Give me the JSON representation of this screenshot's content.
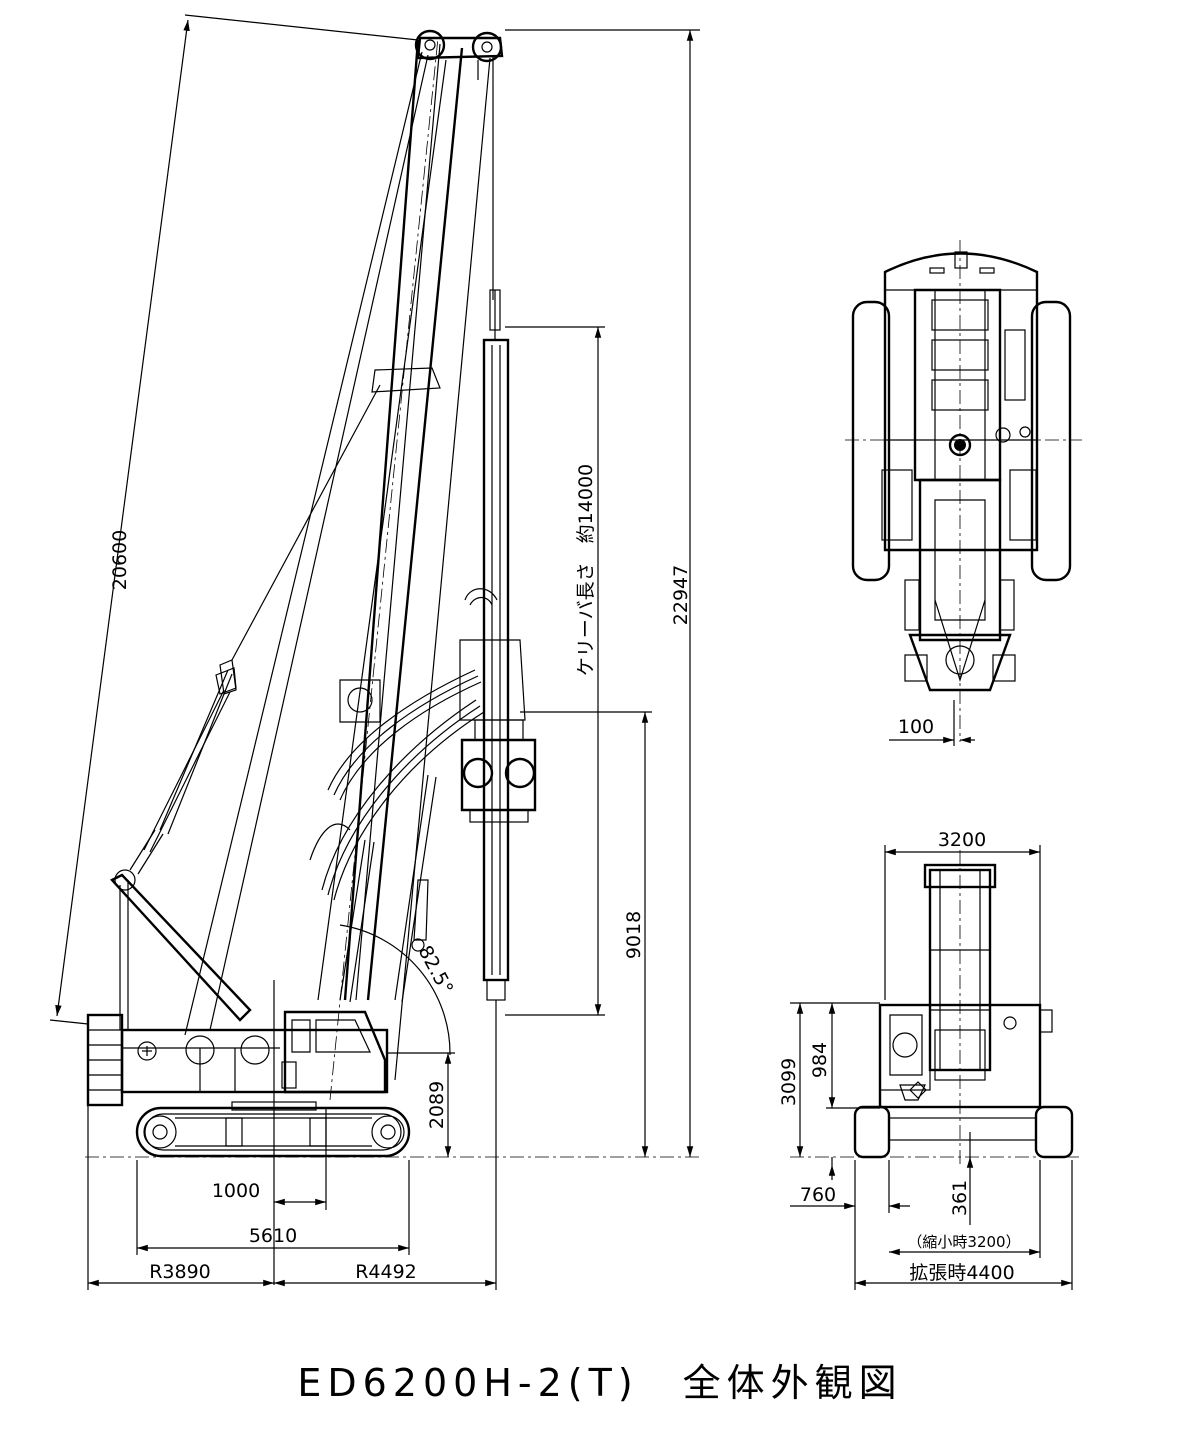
{
  "title": "ED6200H-2(T)　全体外観図",
  "side_view": {
    "dims": {
      "boom_length": "20600",
      "overall_height": "22947",
      "kelly_length": "ケリーバ長さ　約14000",
      "kelly_height": "9018",
      "angle": "82.5°",
      "pivot_height": "2089",
      "offset": "1000",
      "track_length": "5610",
      "rear_radius": "R3890",
      "front_radius": "R4492"
    }
  },
  "top_view": {
    "dims": {
      "offset": "100"
    }
  },
  "front_view": {
    "dims": {
      "boom_width": "3200",
      "height_total": "3099",
      "height_upper": "984",
      "ground_clearance": "760",
      "bottom_offset": "361",
      "retracted_width": "（縮小時3200）",
      "extended_width": "拡張時4400"
    }
  }
}
